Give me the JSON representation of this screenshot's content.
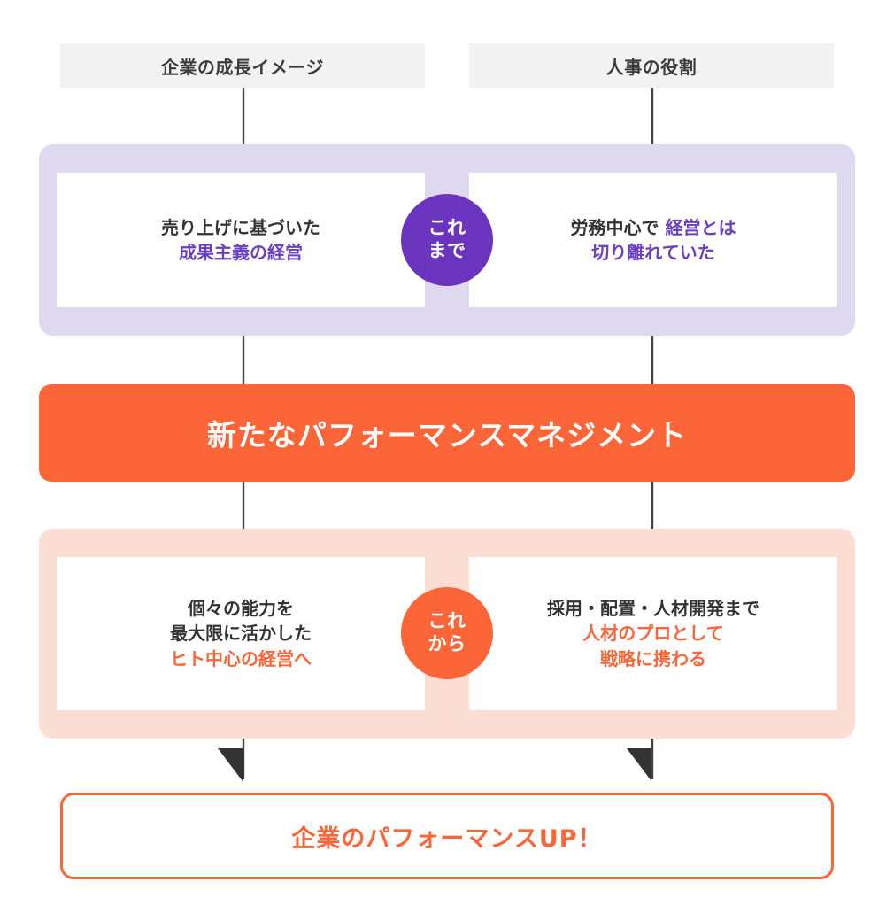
{
  "headers": [
    {
      "id": "growth-image",
      "label": "企業の成長イメージ"
    },
    {
      "id": "hr-role",
      "label": "人事の役割"
    }
  ],
  "badges": [
    {
      "id": "past",
      "line1": "これ",
      "line2": "まで",
      "color": "#6b34be"
    },
    {
      "id": "future",
      "line1": "これ",
      "line2": "から",
      "color": "#fc6537"
    }
  ],
  "past": {
    "left": {
      "line1": "売り上げに基づいた",
      "line2": "成果主義の経営"
    },
    "right": {
      "line1_dark": "労務中心で ",
      "line1_accent": "経営とは",
      "line2": "切り離れていた"
    }
  },
  "banner": {
    "label": "新たなパフォーマンスマネジメント",
    "color": "#fc6537"
  },
  "future": {
    "left": {
      "line1": "個々の能力を",
      "line2": "最大限に活かした",
      "line3": "ヒト中心の経営へ"
    },
    "right": {
      "line1": "採用・配置・人材開発まで",
      "line2": "人材のプロとして",
      "line3": "戦略に携わる"
    }
  },
  "result": {
    "label": "企業のパフォーマンスUP！",
    "color": "#fc6537"
  },
  "palette": {
    "purple_accent": "#6b3fc4",
    "purple_badge": "#6b34be",
    "purple_panel": "#ded9ef",
    "orange_accent": "#fc6537",
    "orange_panel": "#fbdfd4",
    "header_gray": "#f2f2f2",
    "text_dark": "#333333",
    "connector": "#444444"
  }
}
